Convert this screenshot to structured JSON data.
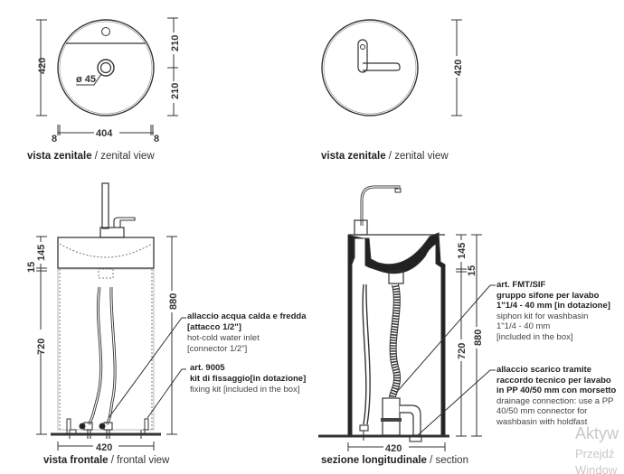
{
  "views": {
    "top_left": {
      "caption_bold": "vista zenitale",
      "caption_sep": " / ",
      "caption_en": "zenital view",
      "dims": {
        "height": "420",
        "half_top": "210",
        "half_bottom": "210",
        "width": "404",
        "margin_left": "8",
        "margin_right": "8",
        "drain": "ø 45"
      }
    },
    "top_right": {
      "caption_bold": "vista zenitale",
      "caption_sep": " / ",
      "caption_en": "zenital view",
      "dims": {
        "height": "420"
      }
    },
    "front": {
      "caption_bold": "vista frontale",
      "caption_sep": " / ",
      "caption_en": "frontal view",
      "dims": {
        "basin": "145",
        "gap": "15",
        "pedestal": "720",
        "total": "880",
        "width": "420"
      },
      "notes": [
        {
          "lines_bold": [
            "allaccio acqua calda e fredda",
            "[attacco 1/2\"]"
          ],
          "lines": [
            "hot-cold water inlet",
            "[connector 1/2\"]"
          ]
        },
        {
          "lines_bold": [
            "art. 9005",
            "kit di fissaggio[in dotazione]"
          ],
          "lines": [
            "fixing kit [included in the box]"
          ]
        }
      ]
    },
    "section": {
      "caption_bold": "sezione longitudinale",
      "caption_sep": " / ",
      "caption_en": "section",
      "dims": {
        "basin": "145",
        "gap": "15",
        "pedestal": "720",
        "total": "880",
        "width": "420"
      },
      "notes": [
        {
          "lines_bold": [
            "art. FMT/SIF",
            "gruppo sifone per lavabo",
            "1\"1/4 - 40 mm [in dotazione]"
          ],
          "lines": [
            "siphon kit for washbasin",
            "1\"1/4 - 40 mm",
            "[included in the box]"
          ]
        },
        {
          "lines_bold": [
            "allaccio scarico tramite",
            "raccordo tecnico per lavabo",
            "in PP 40/50 mm con morsetto"
          ],
          "lines": [
            "drainage connection: use a PP",
            "40/50 mm connector for",
            "washbasin with holdfast"
          ]
        }
      ]
    }
  },
  "watermark": [
    "Aktyw",
    "Przejdź",
    "Window"
  ]
}
